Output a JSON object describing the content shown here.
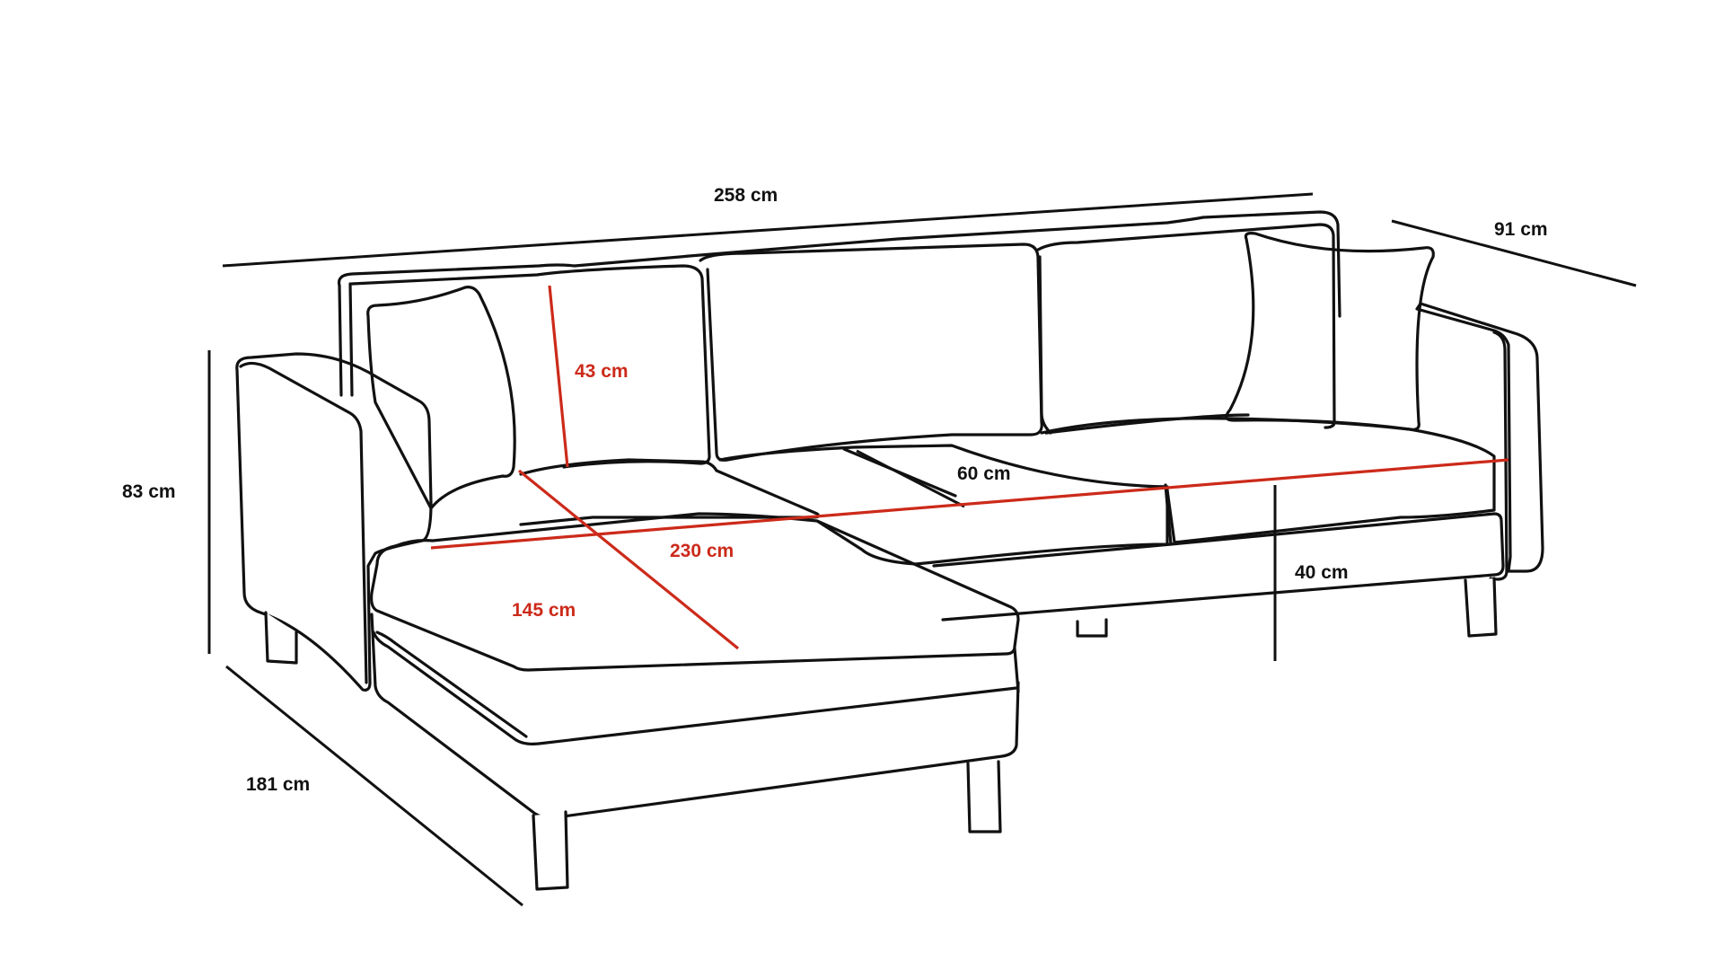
{
  "diagram": {
    "colors": {
      "outline": "#111111",
      "dimension_black": "#111111",
      "dimension_red": "#cc2a1a",
      "background": "#ffffff"
    },
    "dimensions": {
      "overall_width": "258 cm",
      "depth": "91 cm",
      "height": "83 cm",
      "chaise_length": "181 cm",
      "backrest_height": "43 cm",
      "seat_width": "230 cm",
      "chaise_seat_length": "145 cm",
      "seat_depth": "60 cm",
      "seat_height": "40 cm"
    }
  }
}
